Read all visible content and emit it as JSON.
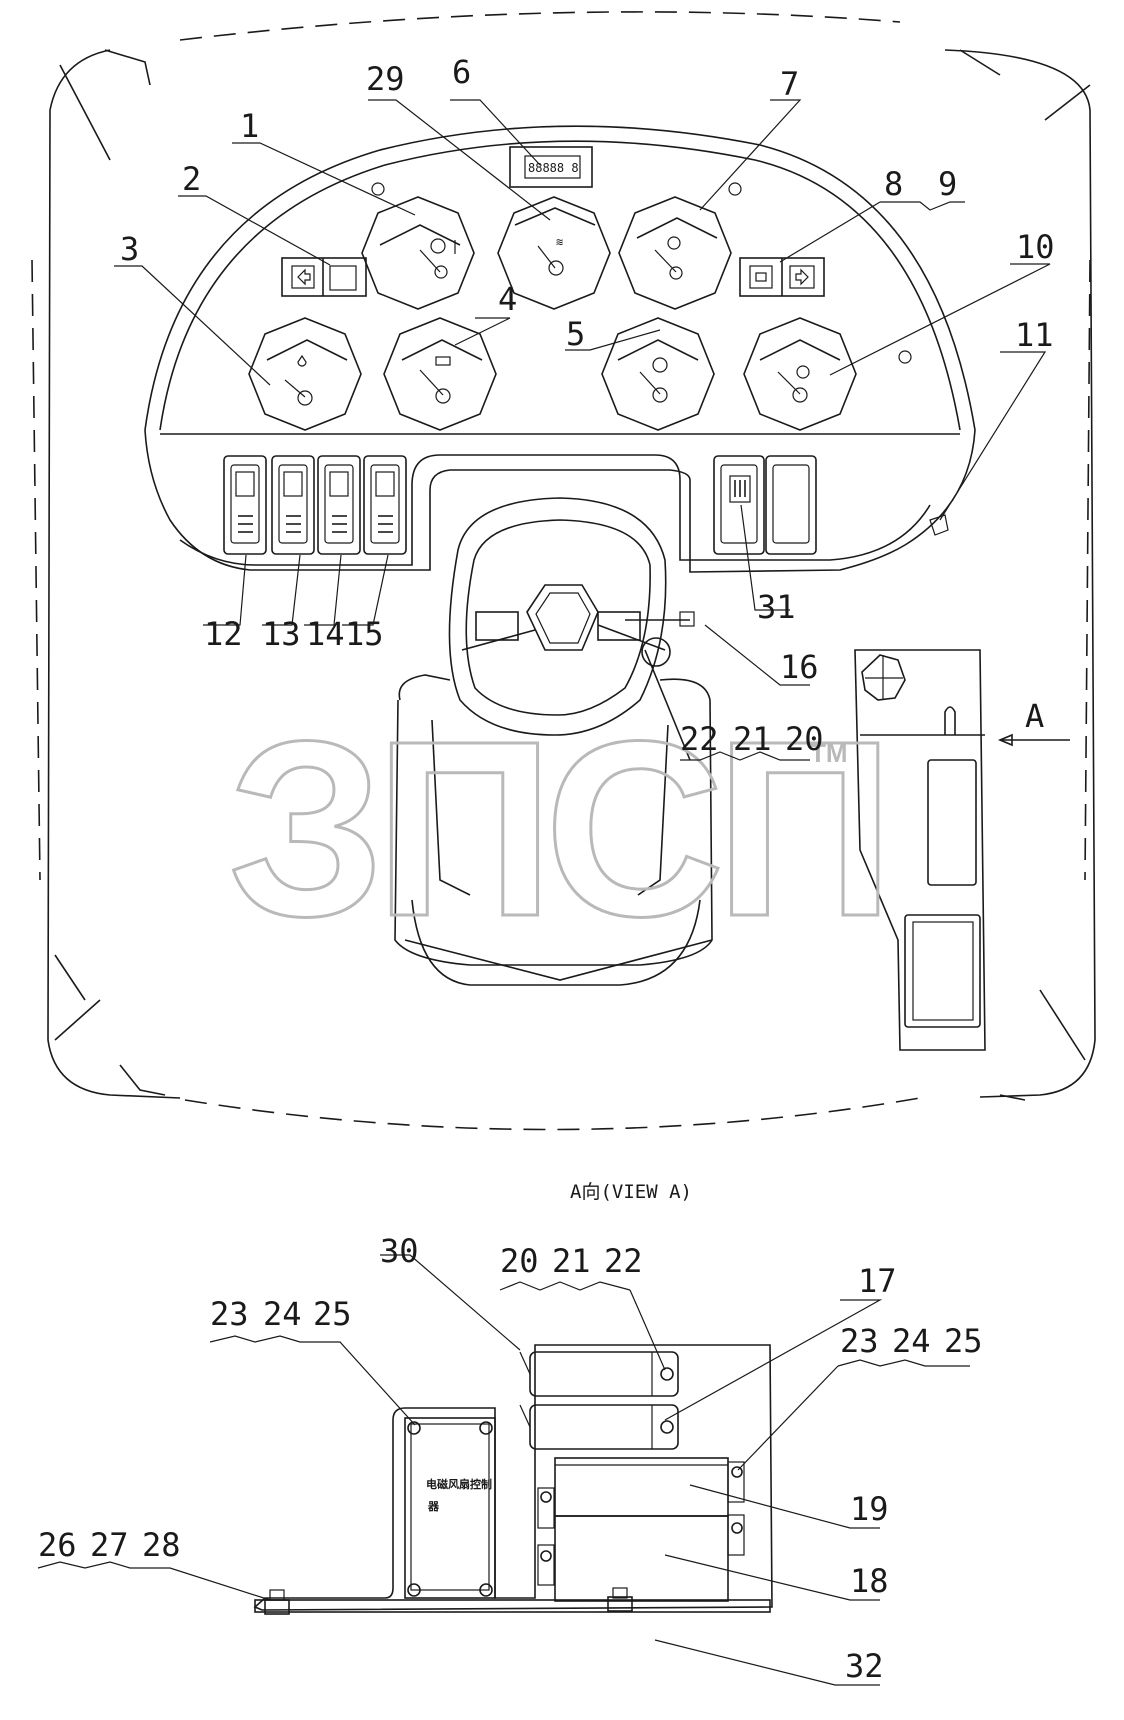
{
  "callouts": {
    "c1": "1",
    "c2": "2",
    "c3": "3",
    "c4": "4",
    "c5": "5",
    "c6": "6",
    "c7": "7",
    "c8": "8",
    "c9": "9",
    "c10": "10",
    "c11": "11",
    "c12": "12",
    "c13": "13",
    "c14": "14",
    "c15": "15",
    "c16": "16",
    "c20": "20",
    "c21": "21",
    "c22": "22",
    "c29": "29",
    "c31": "31",
    "arrow_a": "A"
  },
  "view_a": {
    "caption": "A向(VIEW A)",
    "c17": "17",
    "c18": "18",
    "c19": "19",
    "c20": "20",
    "c21": "21",
    "c22": "22",
    "c23a": "23",
    "c24a": "24",
    "c25a": "25",
    "c23b": "23",
    "c24b": "24",
    "c25b": "25",
    "c26": "26",
    "c27": "27",
    "c28": "28",
    "c30": "30",
    "c32": "32",
    "controller_label_line1": "电磁风扇控制",
    "controller_label_line2": "器"
  },
  "counter_display": "88888 8",
  "watermark": {
    "text": "ЗПСП",
    "tm": "TM"
  },
  "colors": {
    "line": "#1a1a1a",
    "watermark": "#b9b9b9",
    "background": "#ffffff"
  }
}
